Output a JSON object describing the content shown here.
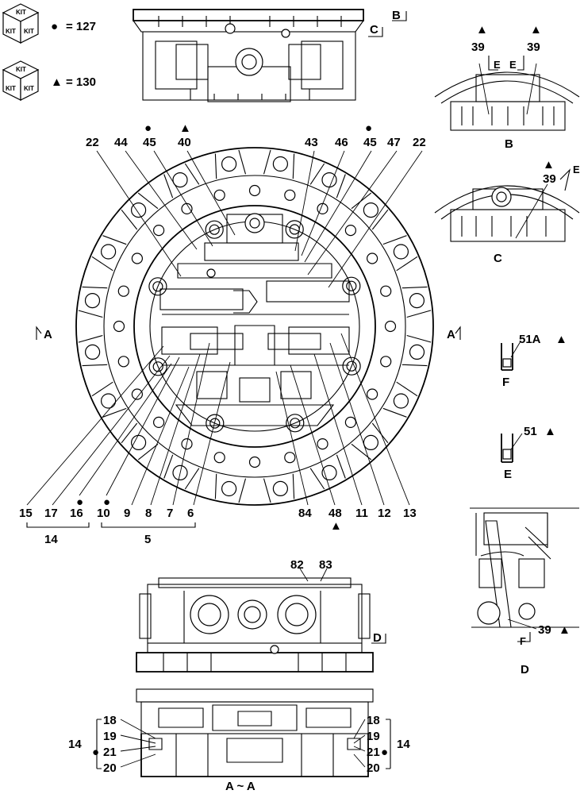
{
  "legend": {
    "kit_label": "KIT",
    "circle_kit": {
      "symbol": "●",
      "text": "= 127"
    },
    "triangle_kit": {
      "symbol": "▲",
      "text": "= 130"
    }
  },
  "views": {
    "top": {
      "ref_b": "B",
      "ref_c": "C"
    },
    "detail_b": {
      "title": "B",
      "parts": [
        "39",
        "39"
      ],
      "ref": "E"
    },
    "detail_c": {
      "title": "C",
      "part": "39",
      "ref": "E"
    },
    "detail_f": {
      "title": "F",
      "part": "51A"
    },
    "detail_e": {
      "title": "E",
      "part": "51"
    },
    "detail_d": {
      "title": "D",
      "part": "39",
      "ref": "F"
    },
    "main": {
      "section_mark": "A"
    },
    "side": {
      "ref": "D",
      "parts": [
        "82",
        "83"
      ]
    },
    "section": {
      "title": "A ~ A"
    }
  },
  "callouts_top": [
    {
      "num": "22",
      "mark": ""
    },
    {
      "num": "44",
      "mark": ""
    },
    {
      "num": "45",
      "mark": "●"
    },
    {
      "num": "40",
      "mark": "▲"
    },
    {
      "num": "43",
      "mark": ""
    },
    {
      "num": "46",
      "mark": ""
    },
    {
      "num": "45",
      "mark": "●"
    },
    {
      "num": "47",
      "mark": ""
    },
    {
      "num": "22",
      "mark": ""
    }
  ],
  "callouts_bottom": [
    {
      "num": "15",
      "mark": ""
    },
    {
      "num": "17",
      "mark": ""
    },
    {
      "num": "16",
      "mark": "●"
    },
    {
      "num": "10",
      "mark": "●"
    },
    {
      "num": "9",
      "mark": ""
    },
    {
      "num": "8",
      "mark": ""
    },
    {
      "num": "7",
      "mark": ""
    },
    {
      "num": "6",
      "mark": ""
    },
    {
      "num": "84",
      "mark": ""
    },
    {
      "num": "48",
      "mark": "▲"
    },
    {
      "num": "11",
      "mark": ""
    },
    {
      "num": "12",
      "mark": ""
    },
    {
      "num": "13",
      "mark": ""
    }
  ],
  "groups": {
    "g14": "14",
    "g5": "5"
  },
  "section_left": [
    "18",
    "19",
    "21",
    "20"
  ],
  "section_right": [
    "18",
    "19",
    "21",
    "20"
  ],
  "section_group": "14",
  "section_marks": {
    "circle": "●"
  }
}
